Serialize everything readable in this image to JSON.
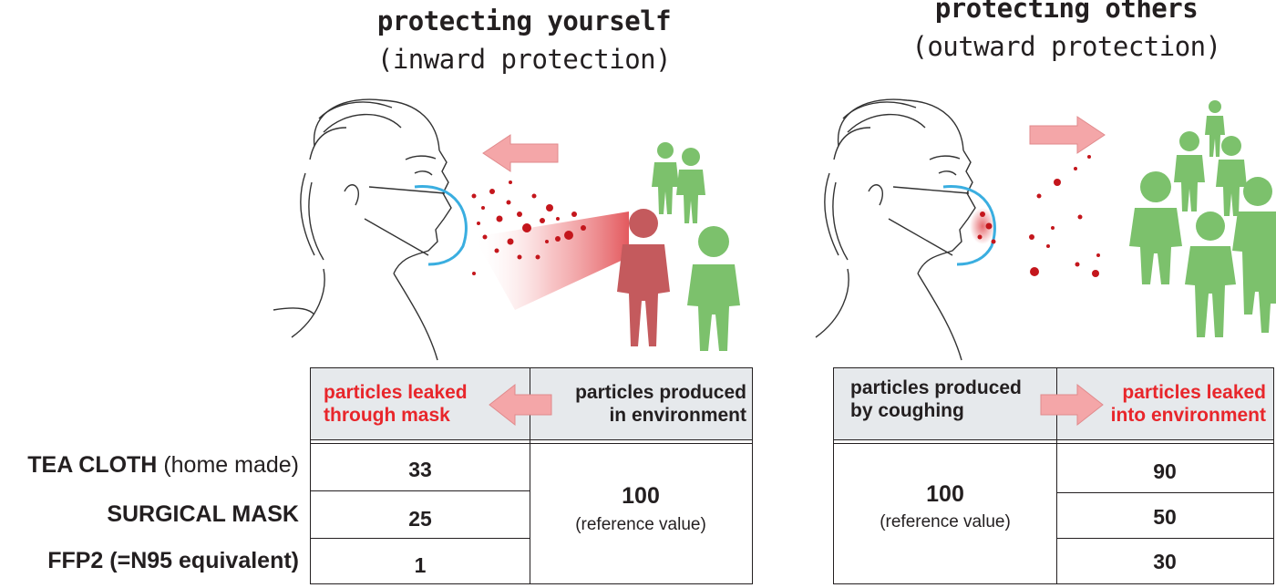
{
  "headings": {
    "left": {
      "main": "protecting yourself",
      "sub": "(inward protection)"
    },
    "right": {
      "main": "protecting others",
      "sub": "(outward protection)"
    }
  },
  "left_table": {
    "header_leaked": "particles leaked through mask",
    "header_leaked_line1": "particles leaked",
    "header_leaked_line2": "through mask",
    "header_produced_line1": "particles produced",
    "header_produced_line2": "in environment",
    "values": [
      "33",
      "25",
      "1"
    ],
    "reference": {
      "value": "100",
      "label": "(reference value)"
    }
  },
  "right_table": {
    "header_produced_line1": "particles produced",
    "header_produced_line2": "by coughing",
    "header_leaked_line1": "particles leaked",
    "header_leaked_line2": "into environment",
    "values": [
      "90",
      "50",
      "30"
    ],
    "reference": {
      "value": "100",
      "label": "(reference value)"
    }
  },
  "rows": [
    {
      "name": "TEA CLOTH",
      "suffix": " (home made)"
    },
    {
      "name": "SURGICAL MASK",
      "suffix": ""
    },
    {
      "name": "FFP2 (=N95 equivalent)",
      "suffix": ""
    }
  ],
  "colors": {
    "red_text": "#e8262b",
    "header_bg": "#e6e9ec",
    "arrow": "#f4a6a8",
    "person_green": "#7cc16c",
    "person_red": "#c45a5d",
    "mask_blue": "#3aaee0",
    "particle": "#c4161c"
  },
  "icons": [
    "face-sketch-left",
    "face-sketch-right",
    "arrow-left",
    "arrow-right",
    "person-red",
    "person-green",
    "particle-cloud"
  ]
}
